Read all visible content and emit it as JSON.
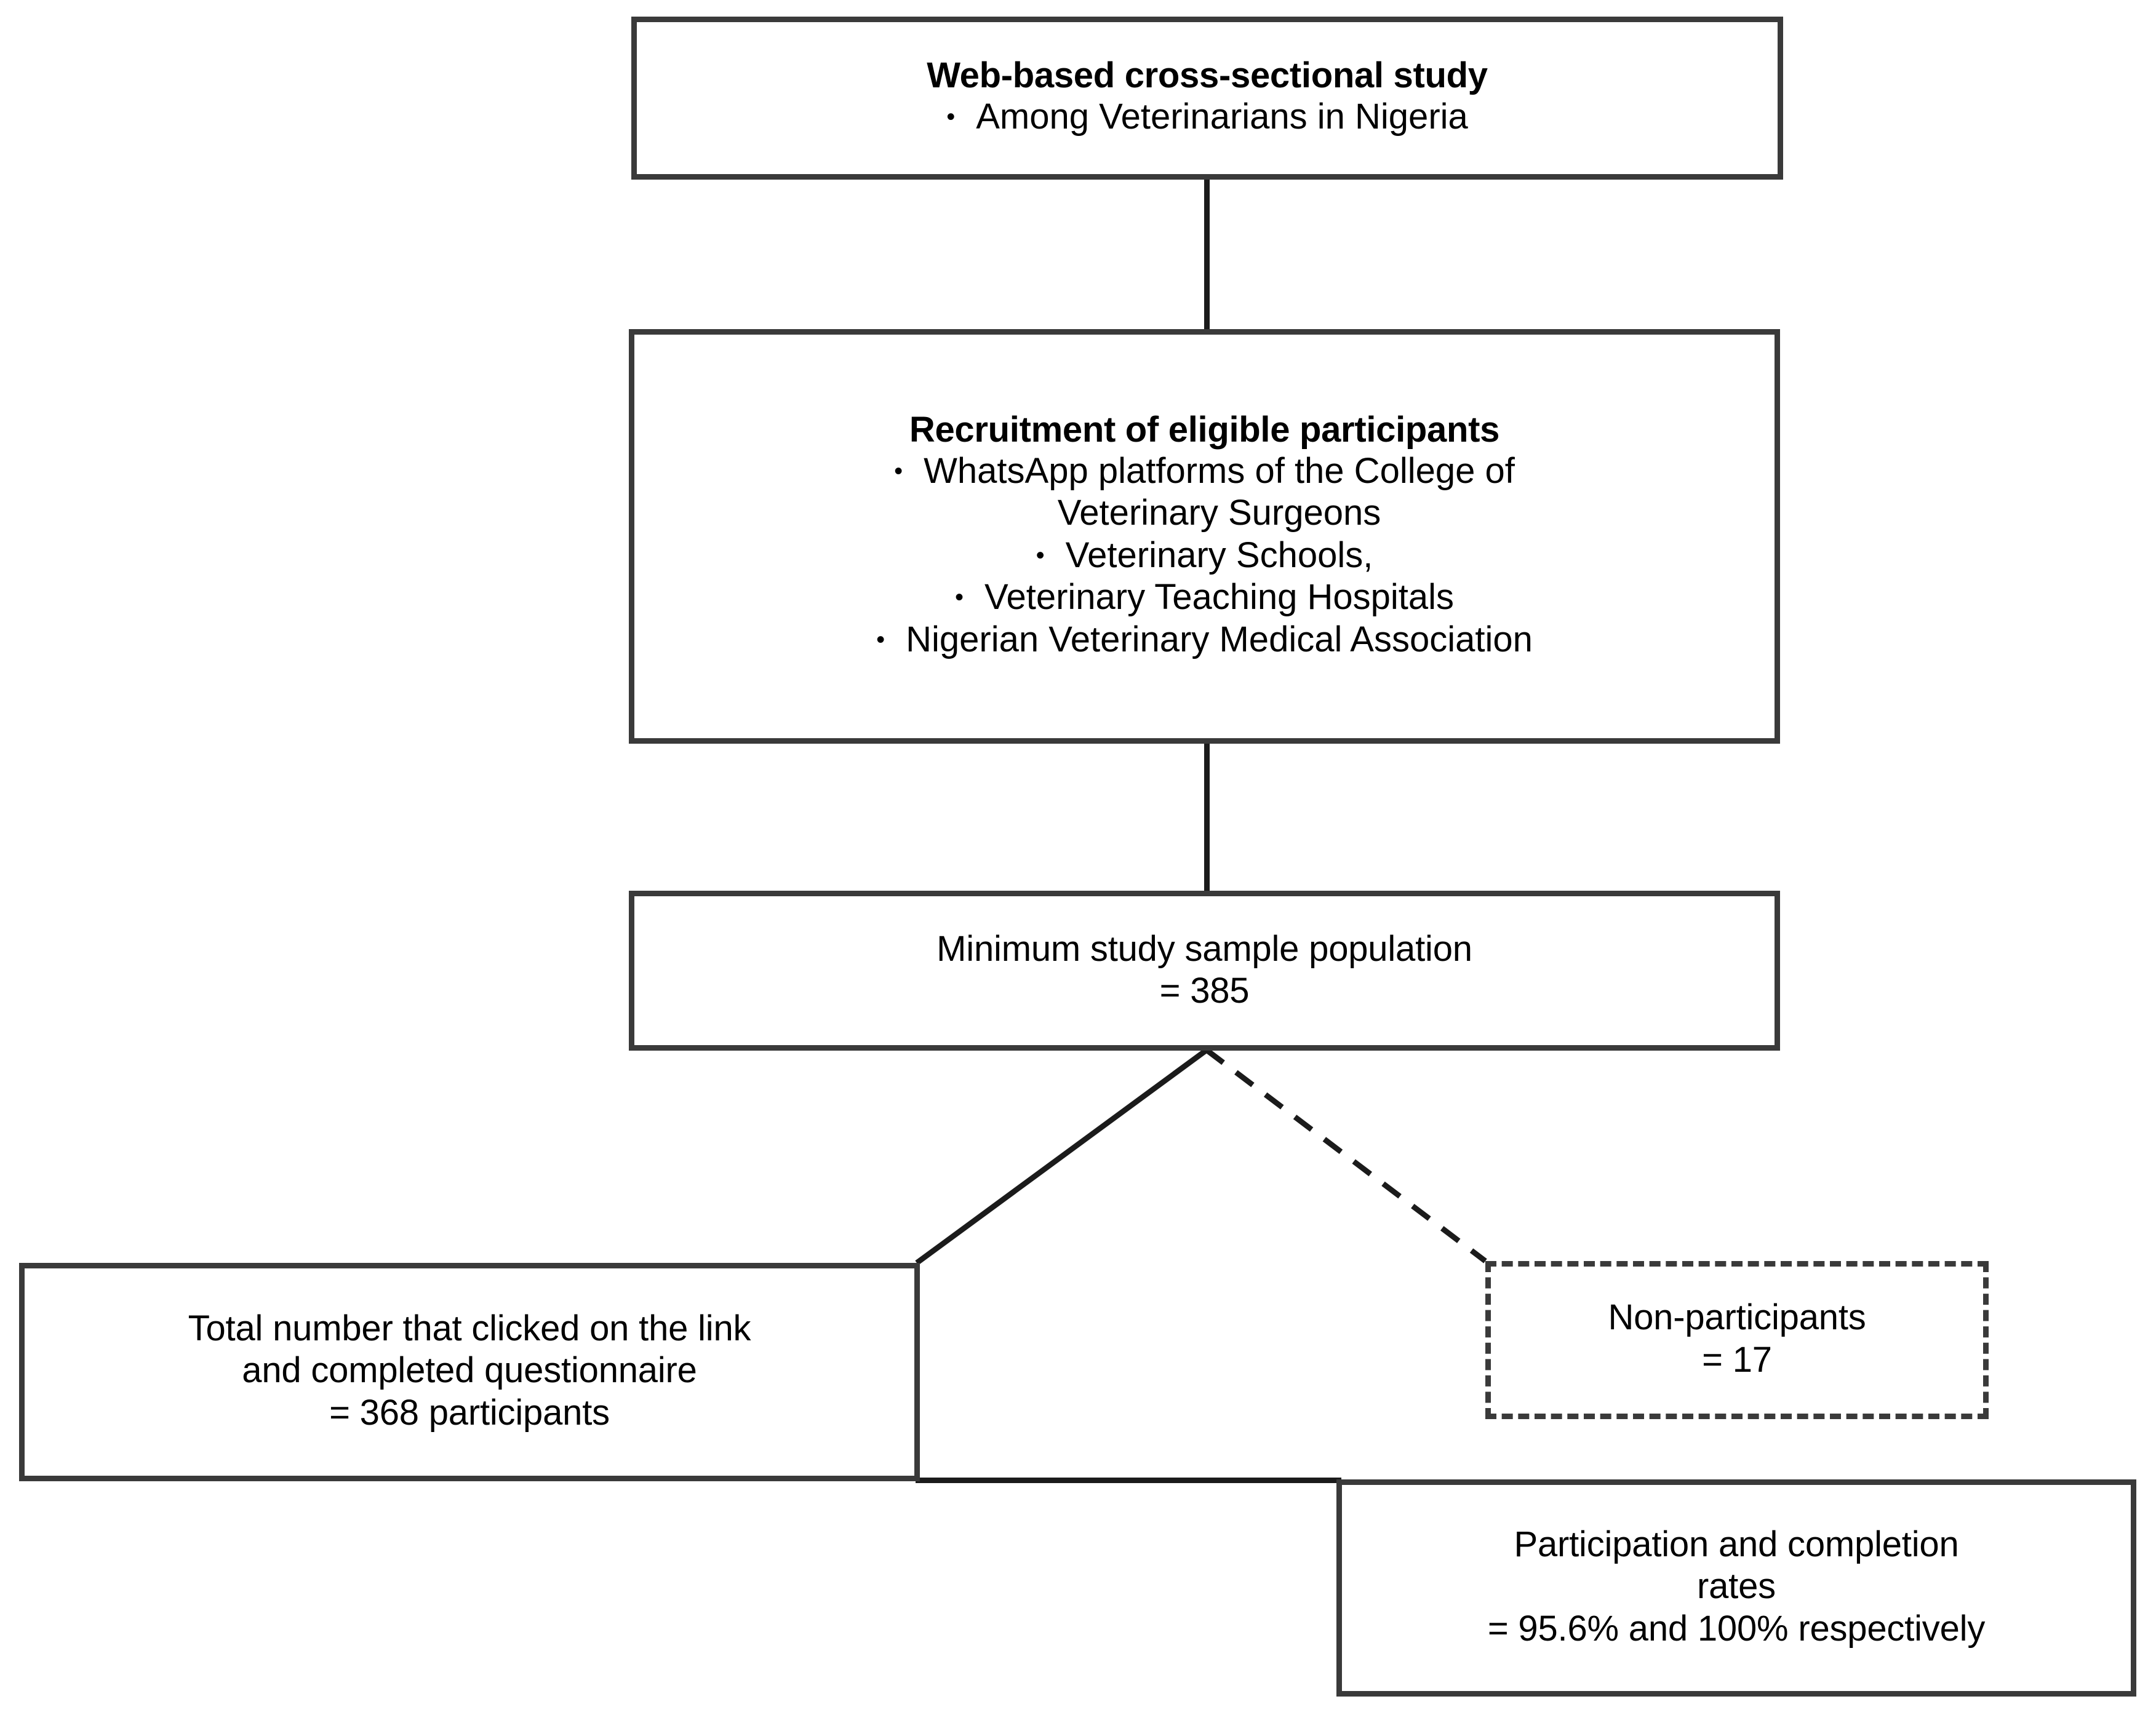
{
  "diagram": {
    "title": "Study participant flow diagram",
    "accent_color": "#3a3a3a",
    "line_color": "#1b1b1b",
    "background": "#ffffff"
  },
  "nodes": {
    "study": {
      "heading": "Web-based cross-sectional study",
      "bullets": [
        "Among Veterinarians in Nigeria"
      ]
    },
    "recruitment": {
      "heading": "Recruitment of eligible participants",
      "bullets": [
        {
          "first": "WhatsApp platforms of the College of",
          "second": "Veterinary Surgeons"
        },
        {
          "first": "Veterinary Schools,",
          "second": ""
        },
        {
          "first": "Veterinary Teaching Hospitals",
          "second": ""
        },
        {
          "first": "Nigerian Veterinary Medical Association",
          "second": ""
        }
      ]
    },
    "sample": {
      "line1": "Minimum study sample population",
      "line2": "= 385"
    },
    "participants": {
      "line1": "Total number that clicked on the link",
      "line2": "and completed questionnaire",
      "line3": "= 368 participants"
    },
    "nonparticipants": {
      "line1": "Non-participants",
      "line2": "= 17"
    },
    "rates": {
      "line1": "Participation and completion",
      "line2": "rates",
      "line3": "= 95.6% and 100% respectively"
    }
  },
  "connectors": {
    "study_to_recruitment": "solid-vertical",
    "recruitment_to_sample": "solid-vertical",
    "sample_to_participants": "solid-diagonal",
    "sample_to_nonparticipants": "dashed-diagonal",
    "participants_to_rates": "solid-horizontal"
  },
  "bullet_glyph": "•"
}
